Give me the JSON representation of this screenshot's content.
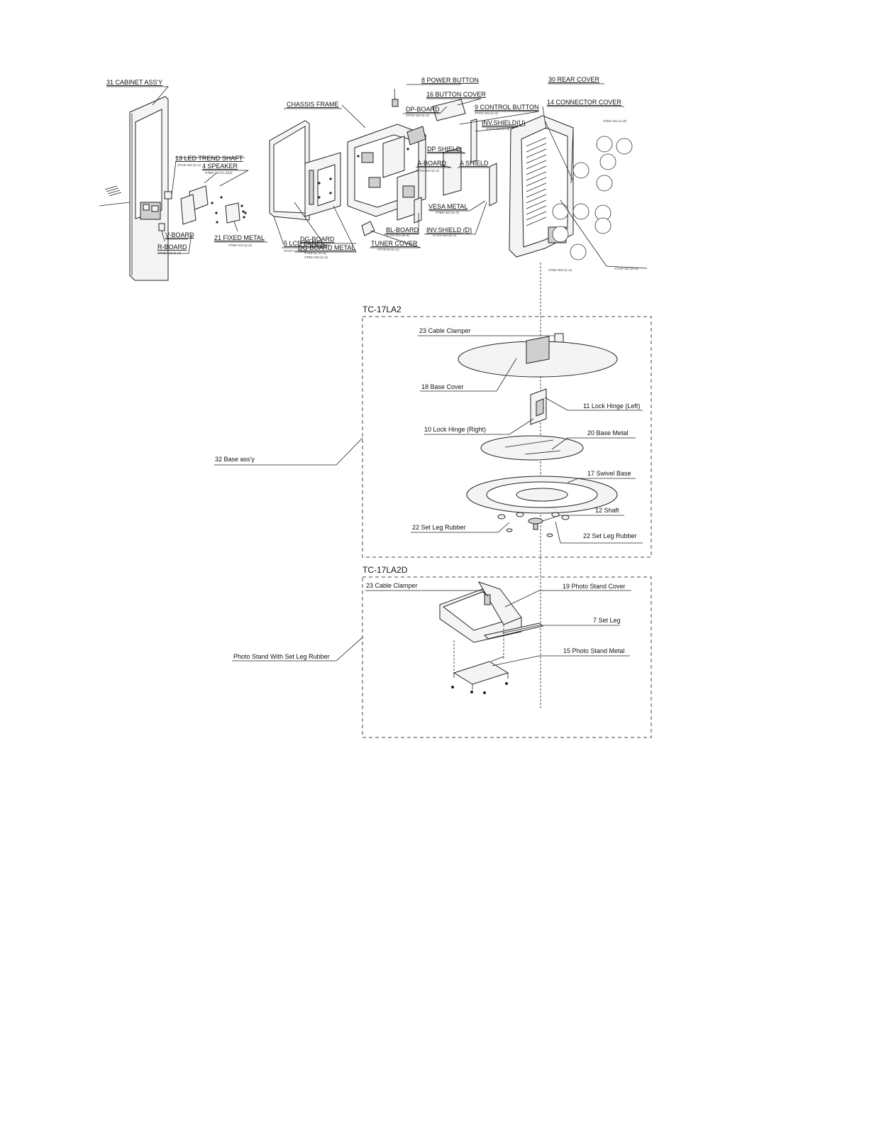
{
  "labels": {
    "cabinet_assy": "31 CABINET ASS'Y",
    "led_trend_shaft": "13 LED TREND SHAFT",
    "speaker": "4 SPEAKER",
    "v_board": "V-BOARD",
    "r_board": "R-BOARD",
    "fixed_metal": "21 FIXED METAL",
    "chassis_frame": "CHASSIS FRAME",
    "lcd_panel": "5 LCD PANEL",
    "dg_board": "DG-BOARD",
    "dg_board_metal": "DG-BOARD METAL",
    "tuner_cover": "TUNER COVER",
    "power_button": "8 POWER BUTTON",
    "button_cover": "16 BUTTON COVER",
    "dp_board": "DP-BOARD",
    "control_button": "9 CONTROL BUTTON",
    "dp_shield": "DP SHIELD",
    "inv_shield_u": "INV.SHIELD(U)",
    "a_board": "A-BOARD",
    "a_shield": "A SHIELD",
    "vesa_metal": "VESA METAL",
    "bl_board": "BL-BOARD",
    "inv_shield_d": "INV.SHIELD (D)",
    "rear_cover": "30 REAR COVER",
    "connector_cover": "14 CONNECTOR COVER",
    "cable_clamper_a": "23 Cable Clamper",
    "base_cover": "18 Base Cover",
    "lock_hinge_left": "11 Lock Hinge (Left)",
    "lock_hinge_right": "10 Lock Hinge (Right)",
    "base_assy": "32 Base ass'y",
    "base_metal": "20 Base Metal",
    "swivel_base": "17 Swivel Base",
    "shaft": "12 Shaft",
    "set_leg_rubber_left": "22 Set Leg Rubber",
    "set_leg_rubber_right": "22 Set Leg Rubber",
    "cable_clamper_b": "23 Cable Clamper",
    "photo_stand_cover": "19 Photo Stand Cover",
    "set_leg": "7 Set Leg",
    "photo_stand_metal": "15 Photo Stand Metal",
    "photo_stand_with_rubber": "Photo Stand With Set Leg Rubber"
  },
  "models": {
    "tc_17la2": "TC-17LA2",
    "tc_17la2d": "TC-17LA2D"
  },
  "screw_notes": {
    "led_trend_shaft": "XTV3+10J (n=1)",
    "speaker": "XTB4+15J (n=4)(2)",
    "r_board": "XTV3+12J (n=1)",
    "fixed_metal": "XTB4+12J (n=4)",
    "lcd_panel": "XTV3+12J (n=4)",
    "dg_board": "XTV3+10J (n=4)",
    "dg_board_metal": "XTB4+8J (n=4)",
    "dg_board_metal_2": "XTB4+10J (n=2)",
    "tuner_cover": "XTV3+8J (n=1)",
    "dp_board": "XTV3+10J (n=2)",
    "control_button": "XTV3+10J (n=2)",
    "inv_shield_u": "XTV3+12J (n=1)",
    "a_board": "XTV3+10J (n=4)",
    "vesa_metal": "XTB4+10J (n=4)",
    "bl_board": "XTV3+10J (n=4)",
    "inv_shield_d": "XTV3+10J (n=1)",
    "rear_top": "XTB4+16J (n=8)",
    "rear_bottom": "XTB4+30J (n=4)",
    "rear_right": "XTV3+12J (n=1)"
  }
}
